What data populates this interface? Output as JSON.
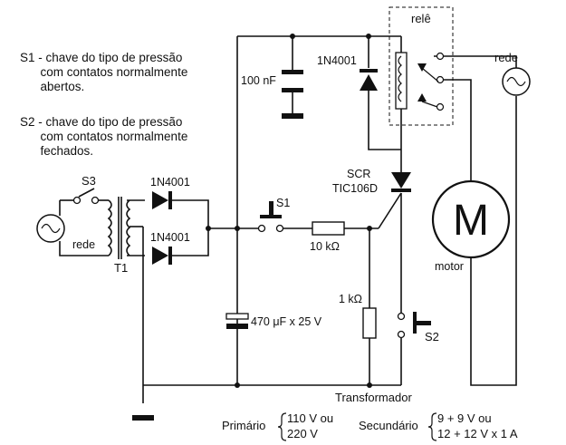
{
  "notes": {
    "s1": "S1 - chave do tipo de pressão\n      com contatos normalmente\n      abertos.",
    "s2": "S2 - chave do tipo de pressão\n      com contatos normalmente\n      fechados."
  },
  "components": {
    "relay": "relê",
    "mains_right": "rede",
    "mains_left": "rede",
    "cap_small": "100 nF",
    "diode_relay": "1N4001",
    "diode_top": "1N4001",
    "diode_bottom": "1N4001",
    "scr_line1": "SCR",
    "scr_line2": "TIC106D",
    "switch_s1": "S1",
    "switch_s2": "S2",
    "switch_s3": "S3",
    "transformer": "T1",
    "resistor_series": "10 kΩ",
    "resistor_gate": "1 kΩ",
    "cap_electrolytic": "470 μF x 25 V",
    "motor_symbol": "M",
    "motor_label": "motor"
  },
  "transformer_spec": {
    "title": "Transformador",
    "primary_label": "Primário",
    "primary_values": [
      "110 V ou",
      "220 V"
    ],
    "secondary_label": "Secundário",
    "secondary_values": [
      "9 + 9 V ou",
      "12 + 12 V x 1 A"
    ]
  }
}
